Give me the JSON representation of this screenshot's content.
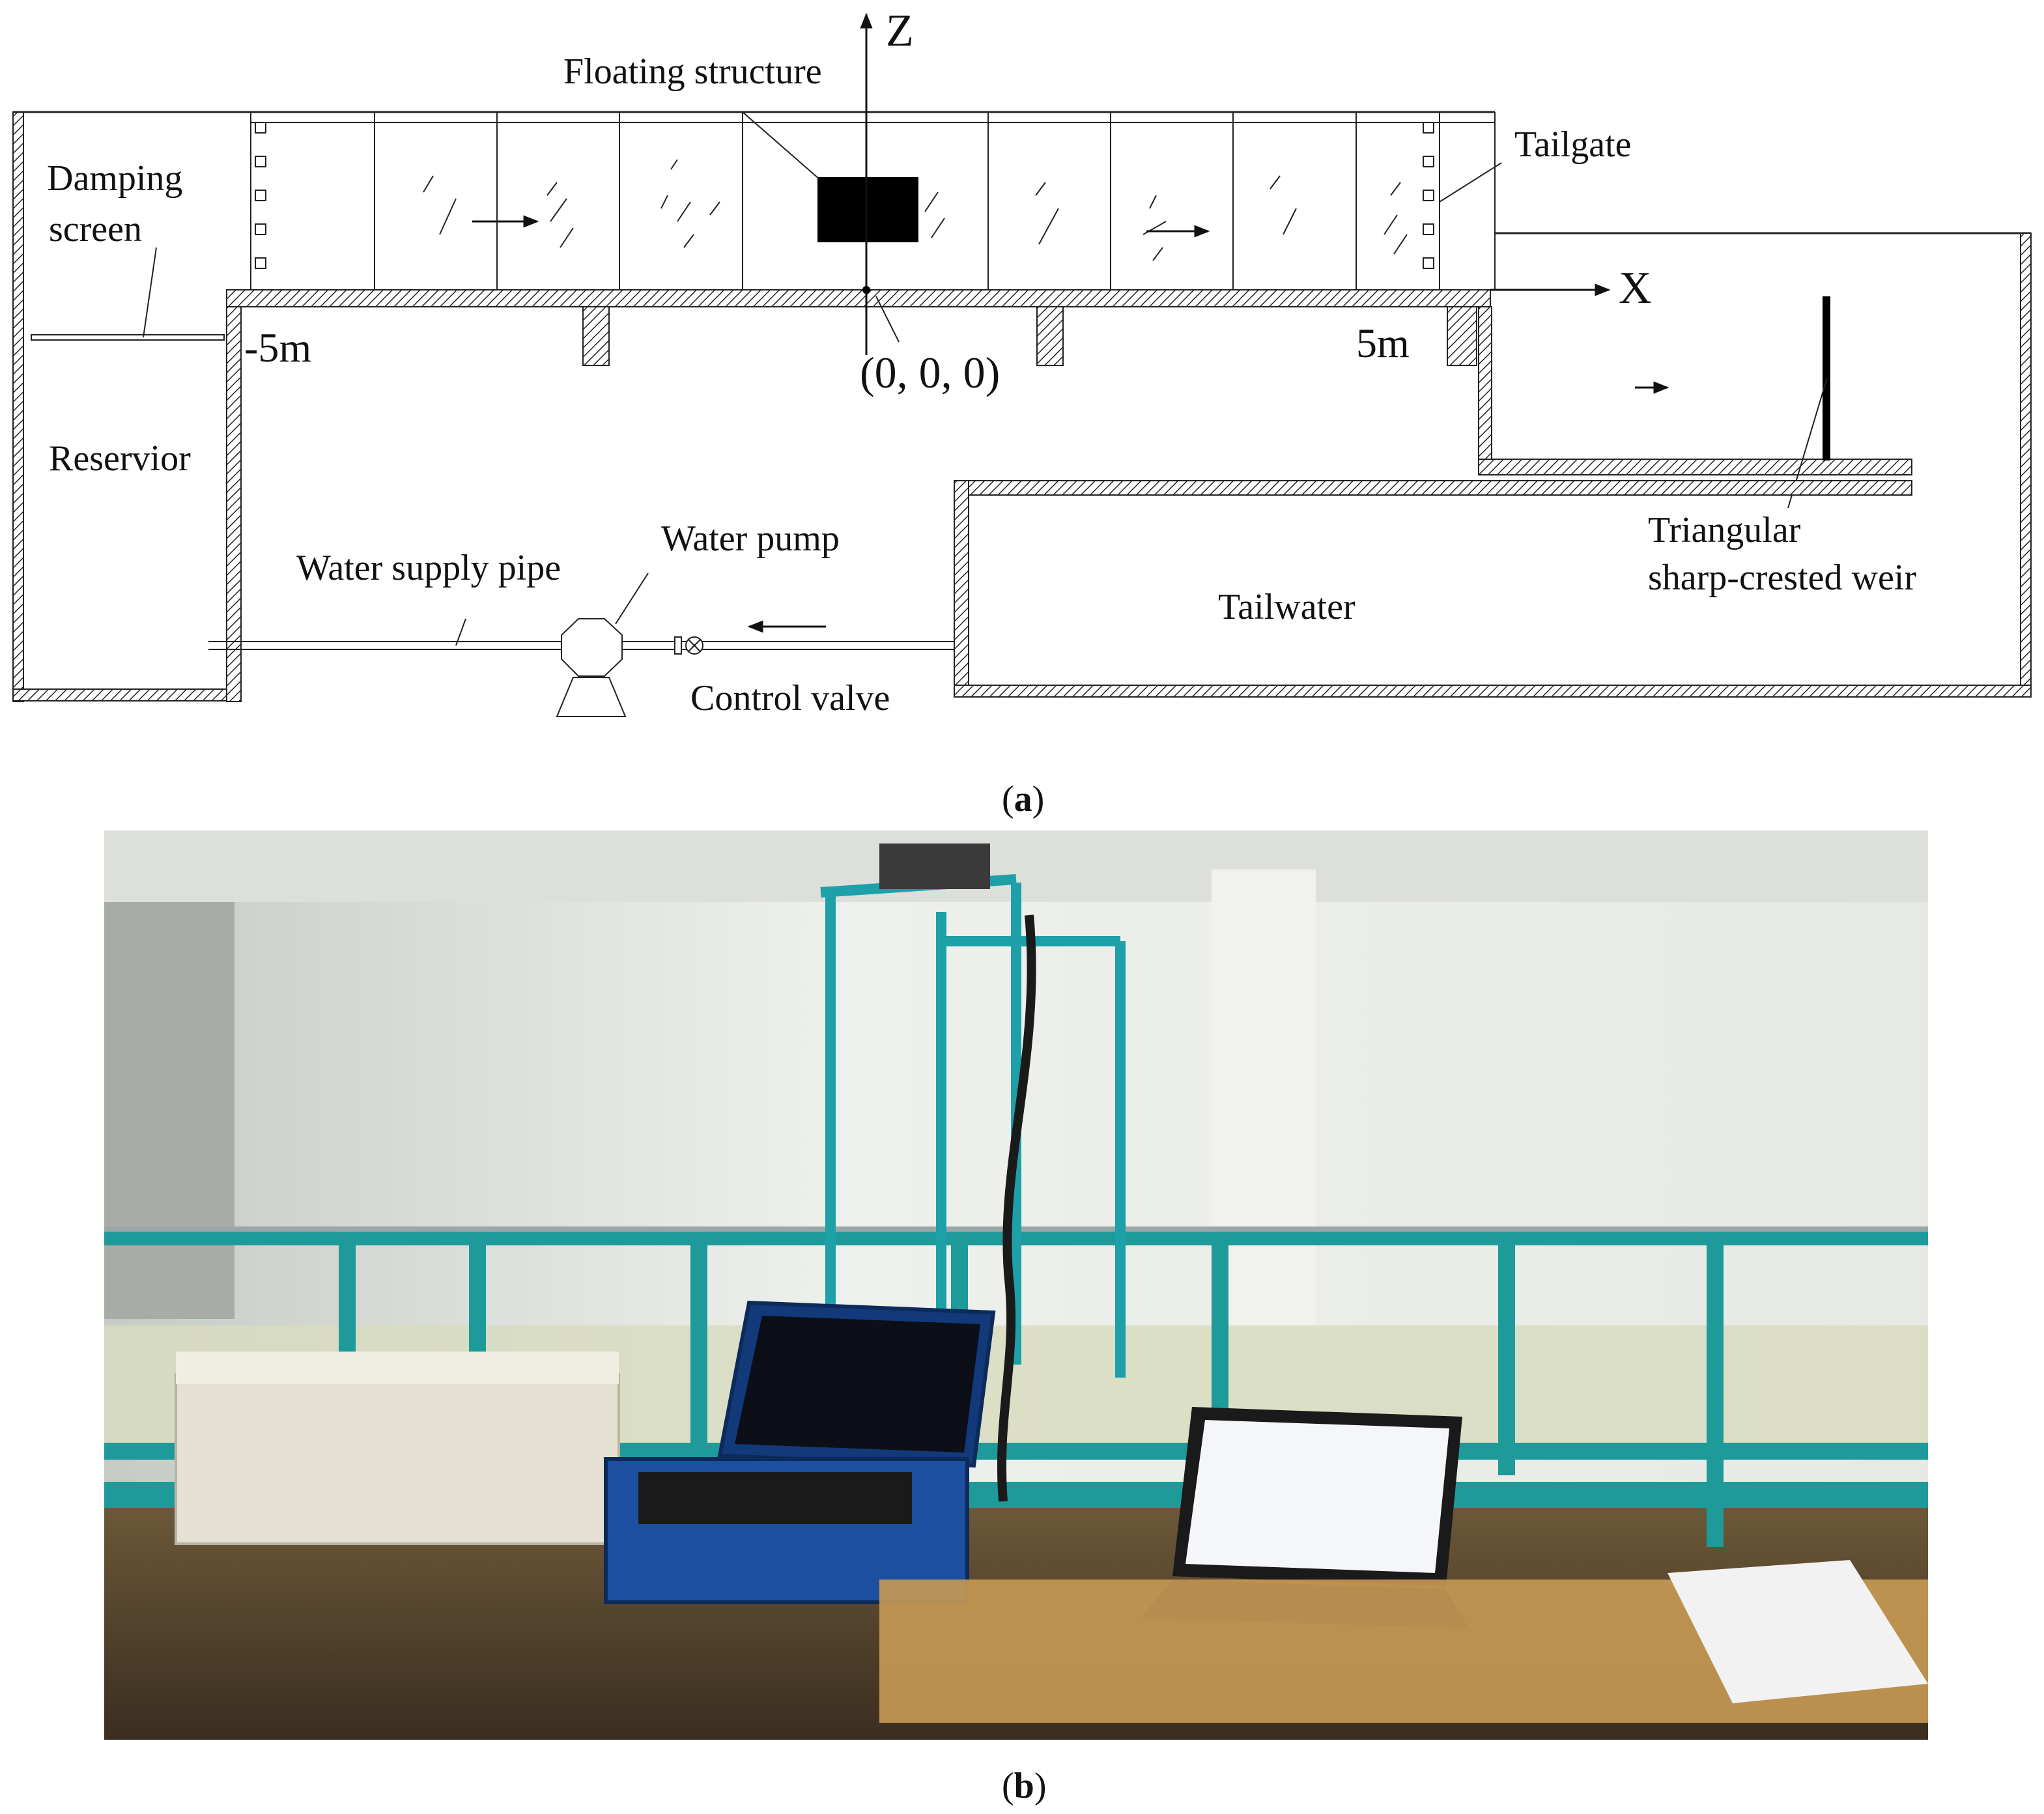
{
  "panel_a": {
    "caption_open": "(",
    "caption_letter": "a",
    "caption_close": ")",
    "labels": {
      "z_axis": "Z",
      "x_axis": "X",
      "floating_structure": "Floating structure",
      "damping_screen_1": "Damping",
      "damping_screen_2": "screen",
      "tailgate": "Tailgate",
      "minus_5m": "-5m",
      "origin": "(0, 0, 0)",
      "plus_5m": "5m",
      "reservoir": "Reservior",
      "water_pump": "Water pump",
      "water_supply_pipe": "Water supply pipe",
      "triangular_1": "Triangular",
      "triangular_2": "sharp-crested weir",
      "tailwater": "Tailwater",
      "control_valve": "Control valve"
    }
  },
  "panel_b": {
    "caption_open": "(",
    "caption_letter": "b",
    "caption_close": ")"
  },
  "colors": {
    "flume_frame": "#1e9a9a",
    "wall": "#eef0ec",
    "water": "#d8dcc0"
  }
}
